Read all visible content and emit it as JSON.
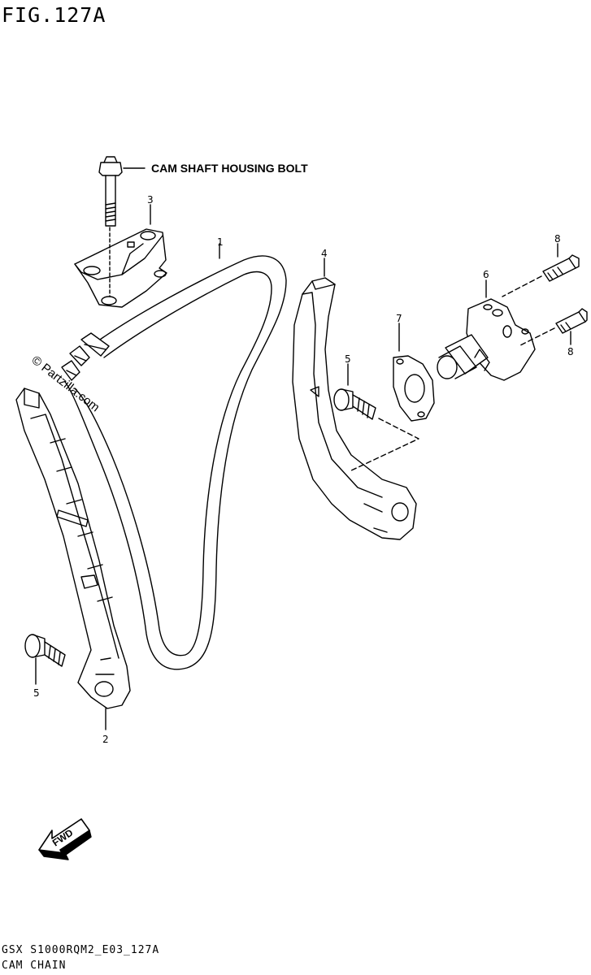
{
  "figure": {
    "title": "FIG.127A",
    "footer_code": "GSX S1000RQM2_E03_127A",
    "footer_name": "CAM CHAIN"
  },
  "callout": {
    "label": "CAM SHAFT HOUSING BOLT"
  },
  "parts": [
    {
      "ref": "1"
    },
    {
      "ref": "2"
    },
    {
      "ref": "3"
    },
    {
      "ref": "4"
    },
    {
      "ref": "5"
    },
    {
      "ref": "5"
    },
    {
      "ref": "6"
    },
    {
      "ref": "7"
    },
    {
      "ref": "8"
    },
    {
      "ref": "8"
    }
  ],
  "watermark": "© Partzilla.com",
  "direction_badge": "FWD",
  "colors": {
    "line": "#000000",
    "background": "#ffffff"
  }
}
